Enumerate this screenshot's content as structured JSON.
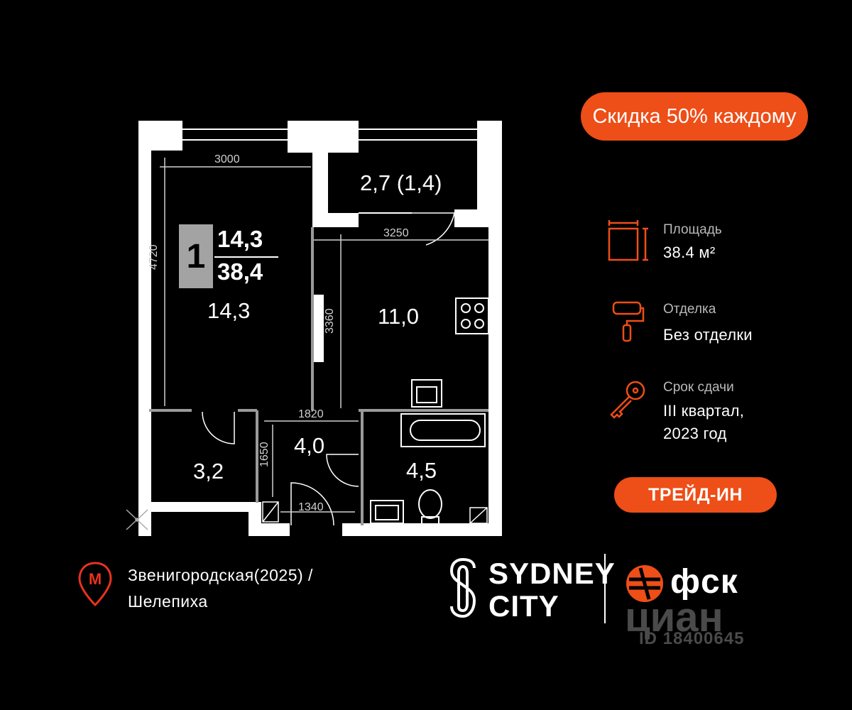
{
  "promo": {
    "label": "Скидка 50% каждому"
  },
  "trade_in": {
    "label": "ТРЕЙД-ИН"
  },
  "specs": {
    "area": {
      "label": "Площадь",
      "value": "38.4 м²",
      "icon": "floor-area-icon"
    },
    "finish": {
      "label": "Отделка",
      "value": "Без отделки",
      "icon": "paint-roller-icon"
    },
    "delivery": {
      "label": "Срок сдачи",
      "value_line1": "III квартал,",
      "value_line2": "2023 год",
      "icon": "key-icon"
    }
  },
  "plan": {
    "badge": {
      "rooms": "1",
      "living_area": "14,3",
      "total_area": "38,4"
    },
    "rooms": {
      "living": "14,3",
      "kitchen": "11,0",
      "balcony": "2,7 (1,4)",
      "storage": "3,2",
      "hall": "4,0",
      "bathroom": "4,5"
    },
    "dimensions": {
      "living_width": "3000",
      "living_length": "4720",
      "kitchen_width": "3250",
      "kitchen_length": "3360",
      "hall_width": "1820",
      "hall_length": "1650",
      "entry_width": "1340"
    }
  },
  "metro": {
    "line1": "Звенигородская(2025) /",
    "line2": "Шелепиха",
    "icon": "metro-pin-icon"
  },
  "brands": {
    "project_line1": "SYDNEY",
    "project_line2": "CITY",
    "developer": "фск"
  },
  "watermark": {
    "site": "циан",
    "id": "ID 18400645"
  },
  "colors": {
    "accent": "#ee4e17",
    "background": "#000000",
    "wall": "#ffffff",
    "badge_gray": "#a3a3a3"
  }
}
